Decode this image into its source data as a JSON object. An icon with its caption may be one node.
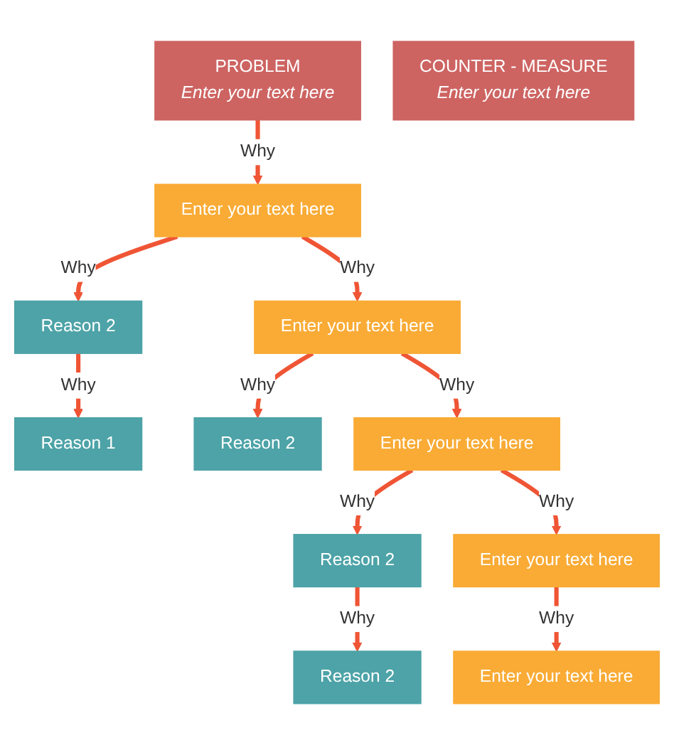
{
  "diagram": {
    "nodes": [
      {
        "text": [
          "PROBLEM",
          "Enter your text here"
        ]
      },
      {
        "text": [
          "Enter your text here"
        ]
      },
      {
        "text": [
          "Reason 2"
        ]
      },
      {
        "text": [
          "Reason 1"
        ]
      },
      {
        "text": [
          "Enter your text here"
        ]
      },
      {
        "text": [
          "Reason 2"
        ]
      },
      {
        "text": [
          "Enter your text here"
        ]
      },
      {
        "text": [
          "Reason 2"
        ]
      },
      {
        "text": [
          "Enter your text here"
        ]
      },
      {
        "text": [
          "Reason 2"
        ]
      },
      {
        "text": [
          "Enter your text here"
        ]
      },
      {
        "text": [
          "COUNTER - MEASURE",
          "Enter your text here"
        ]
      }
    ],
    "edges": [
      {
        "from": 0,
        "to": 1,
        "arrow": "to",
        "label": "Why"
      },
      {
        "from": 1,
        "to": 2,
        "arrow": "to",
        "label": "Why"
      },
      {
        "from": 2,
        "to": 3,
        "arrow": "to",
        "label": "Why"
      },
      {
        "from": 1,
        "to": 4,
        "arrow": "to",
        "label": "Why"
      },
      {
        "from": 4,
        "to": 5,
        "arrow": "to",
        "label": "Why"
      },
      {
        "from": 4,
        "to": 6,
        "arrow": "to",
        "label": "Why"
      },
      {
        "from": 6,
        "to": 7,
        "arrow": "to",
        "label": "Why"
      },
      {
        "from": 6,
        "to": 8,
        "arrow": "to",
        "label": "Why"
      },
      {
        "from": 7,
        "to": 9,
        "arrow": "to",
        "label": "Why"
      },
      {
        "from": 8,
        "to": 10,
        "arrow": "to",
        "label": "Why"
      }
    ]
  }
}
